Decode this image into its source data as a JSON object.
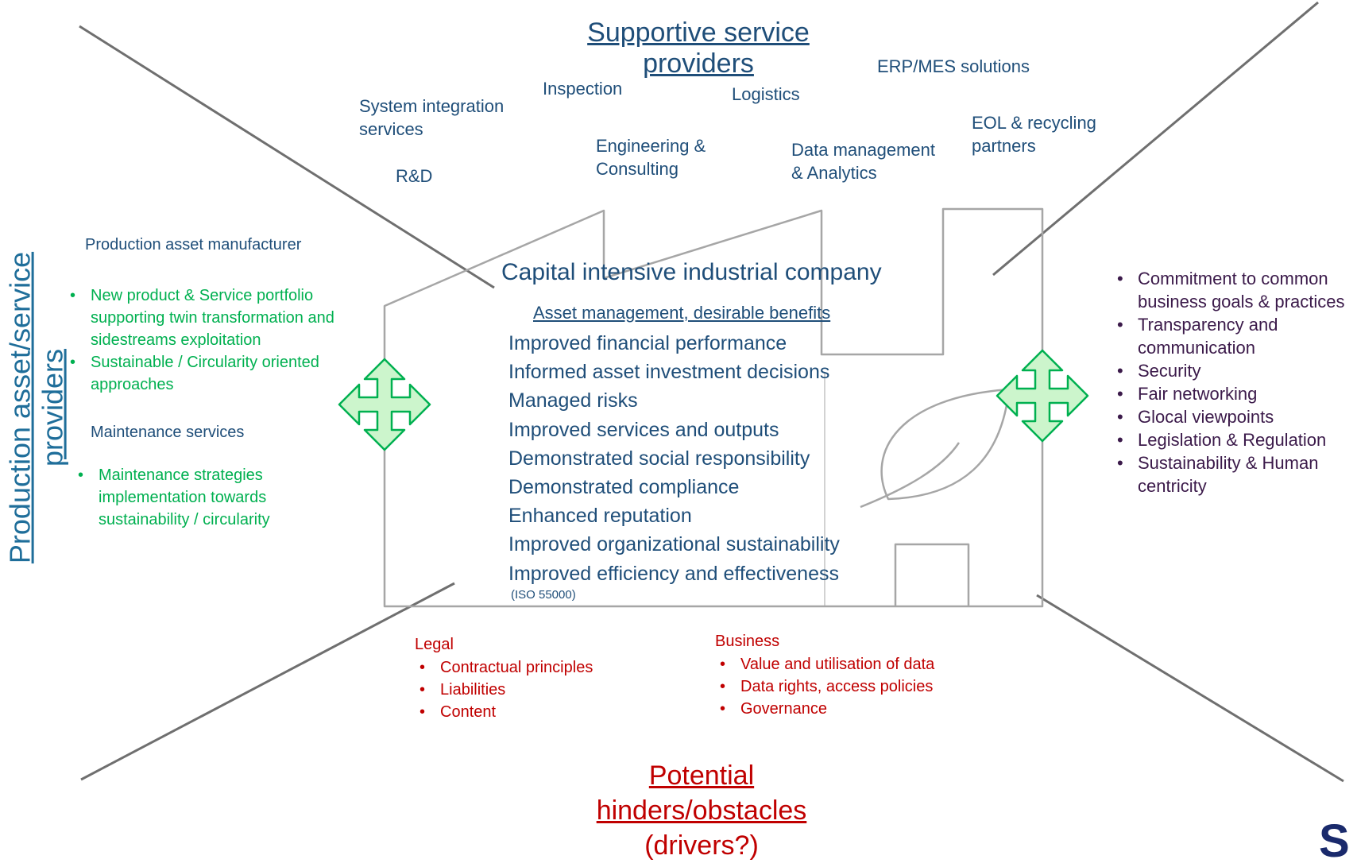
{
  "supportive_title": "Supportive service providers",
  "providers": {
    "system_integration": "System integration services",
    "inspection": "Inspection",
    "logistics": "Logistics",
    "erp_mes": "ERP/MES solutions",
    "eol_recycling": "EOL & recycling partners",
    "rd": "R&D",
    "engineering": "Engineering & Consulting",
    "data_management": "Data management & Analytics"
  },
  "left_title": {
    "line1": "Production asset/service",
    "line2": "providers"
  },
  "manufacturer": {
    "heading": "Production asset manufacturer",
    "bullets": [
      "New product & Service portfolio supporting twin transformation and sidestreams exploitation",
      "Sustainable / Circularity oriented approaches"
    ]
  },
  "maintenance": {
    "heading": "Maintenance services",
    "bullets": [
      "Maintenance strategies implementation towards sustainability / circularity"
    ]
  },
  "company": {
    "title": "Capital intensive industrial company",
    "subtitle": "Asset management, desirable benefits",
    "benefits": [
      "Improved financial performance",
      "Informed asset investment decisions",
      "Managed risks",
      "Improved services and outputs",
      "Demonstrated social responsibility",
      "Demonstrated compliance",
      "Enhanced reputation",
      "Improved organizational sustainability",
      "Improved efficiency and effectiveness"
    ],
    "source": "(ISO 55000)"
  },
  "right_list": [
    "Commitment to common business goals & practices",
    "Transparency and communication",
    "Security",
    "Fair networking",
    "Glocal viewpoints",
    "Legislation & Regulation",
    "Sustainability & Human centricity"
  ],
  "legal": {
    "heading": "Legal",
    "bullets": [
      "Contractual principles",
      "Liabilities",
      "Content"
    ]
  },
  "business": {
    "heading": "Business",
    "bullets": [
      "Value and utilisation of data",
      "Data rights, access policies",
      "Governance"
    ]
  },
  "obstacles_title": {
    "line1": "Potential",
    "line2": "hinders/obstacles",
    "line3": "(drivers?)"
  },
  "logo_fragment": "S",
  "colors": {
    "blue_text": "#1f4e79",
    "green_text": "#00b050",
    "red_text": "#c00000",
    "purple_text": "#3b1a4a",
    "arrow_fill": "#ccf5cc",
    "arrow_stroke": "#00b050",
    "outline_gray": "#a6a6a6",
    "diagonal_gray": "#6f6f6f"
  }
}
